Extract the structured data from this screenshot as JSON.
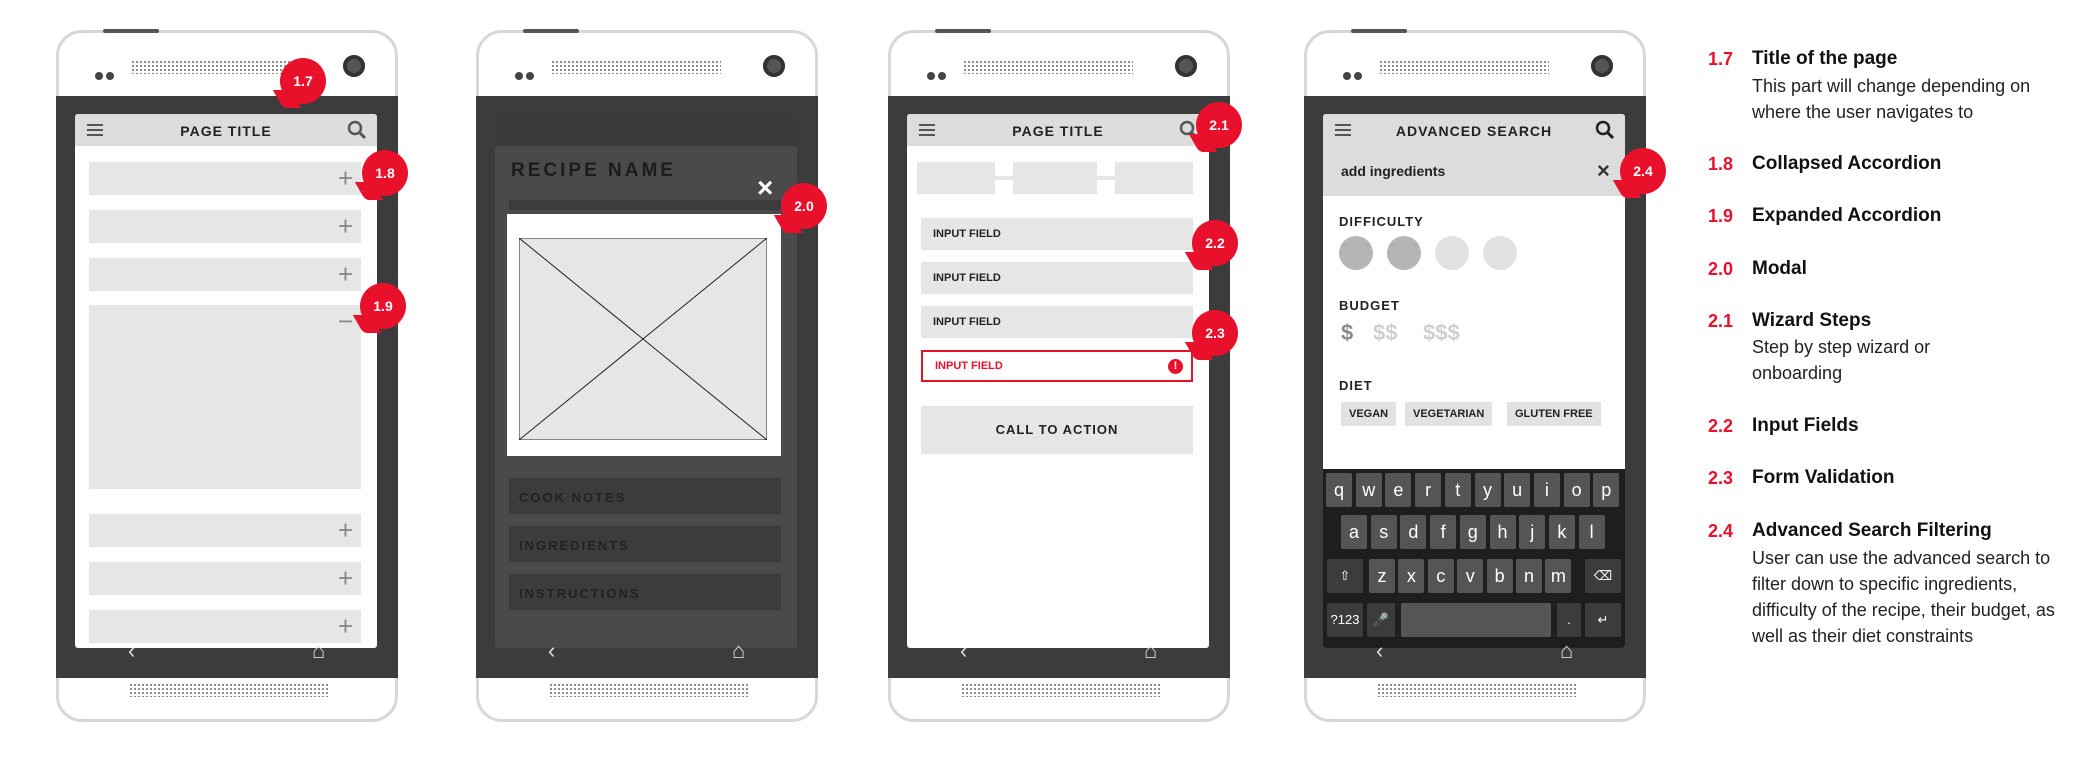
{
  "phones": [
    {
      "app_title": "PAGE TITLE"
    },
    {
      "recipe_name": "RECIPE NAME",
      "sections": [
        "COOK NOTES",
        "INGREDIENTS",
        "INSTRUCTIONS"
      ]
    },
    {
      "app_title": "PAGE TITLE",
      "inputs": [
        "INPUT FIELD",
        "INPUT FIELD",
        "INPUT FIELD",
        "INPUT FIELD"
      ],
      "cta": "CALL TO ACTION"
    },
    {
      "app_title": "ADVANCED SEARCH",
      "search_value": "add ingredients",
      "difficulty_label": "DIFFICULTY",
      "budget_label": "BUDGET",
      "budget_options": [
        "$",
        "$$",
        "$$$"
      ],
      "diet_label": "DIET",
      "diet_options": [
        "VEGAN",
        "VEGETARIAN",
        "GLUTEN FREE"
      ],
      "keyboard": {
        "row1": [
          "q",
          "w",
          "e",
          "r",
          "t",
          "y",
          "u",
          "i",
          "o",
          "p"
        ],
        "row2": [
          "a",
          "s",
          "d",
          "f",
          "g",
          "h",
          "j",
          "k",
          "l"
        ],
        "row3": [
          "z",
          "x",
          "c",
          "v",
          "b",
          "n",
          "m"
        ],
        "sym": "?123",
        "dot": "."
      }
    }
  ],
  "badges": [
    "1.7",
    "1.8",
    "1.9",
    "2.0",
    "2.1",
    "2.2",
    "2.3",
    "2.4"
  ],
  "legend": [
    {
      "num": "1.7",
      "title": "Title of the page",
      "desc": "This part will change depending on where the user navigates to"
    },
    {
      "num": "1.8",
      "title": "Collapsed Accordion"
    },
    {
      "num": "1.9",
      "title": "Expanded Accordion"
    },
    {
      "num": "2.0",
      "title": "Modal"
    },
    {
      "num": "2.1",
      "title": "Wizard Steps",
      "desc": "Step by step wizard or onboarding"
    },
    {
      "num": "2.2",
      "title": "Input Fields"
    },
    {
      "num": "2.3",
      "title": "Form Validation"
    },
    {
      "num": "2.4",
      "title": "Advanced Search Filtering",
      "desc": "User can use the advanced search to filter down to specific ingredients, difficulty of the recipe, their budget, as well as their diet constraints"
    }
  ],
  "icons": {
    "plus": "+",
    "minus": "−",
    "close": "×",
    "back": "‹",
    "home": "⌂"
  },
  "colors": {
    "accent": "#e8102a",
    "bezel": "#3c3c3c",
    "placeholder": "#e6e6e6"
  }
}
